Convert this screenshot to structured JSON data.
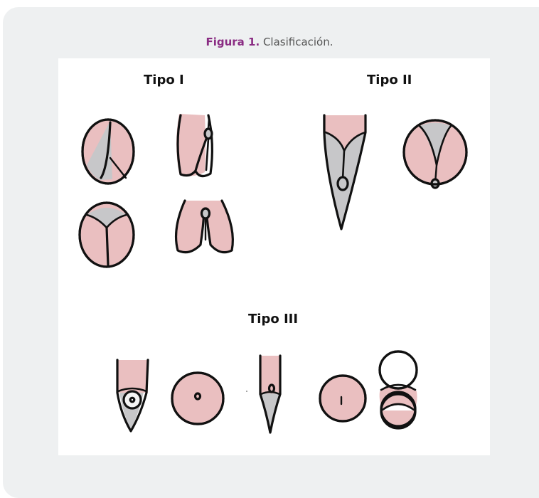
{
  "caption": {
    "label": "Figura 1.",
    "text": " Clasificación."
  },
  "groups": [
    {
      "label": "Tipo I"
    },
    {
      "label": "Tipo II"
    },
    {
      "label": "Tipo III"
    }
  ],
  "colors": {
    "panel": "#eef0f1",
    "accent": "#8a2c83",
    "tissue_pink": "#eabfc0",
    "membrane_gray": "#c7c7c9",
    "outline": "#111111"
  }
}
